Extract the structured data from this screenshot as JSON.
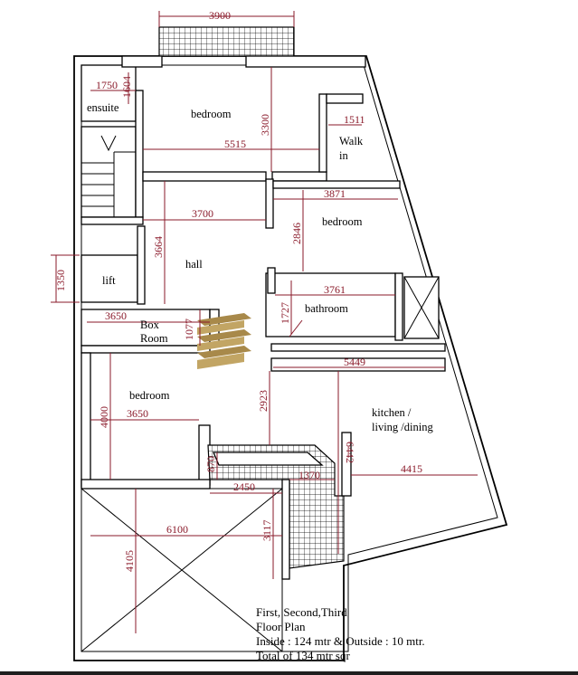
{
  "rooms": {
    "ensuite": "ensuite",
    "bedroom_top": "bedroom",
    "walk_in_1": "Walk",
    "walk_in_2": "in",
    "bedroom_right": "bedroom",
    "hall": "hall",
    "lift": "lift",
    "box_room_1": "Box",
    "box_room_2": "Room",
    "bathroom": "bathroom",
    "bedroom_left": "bedroom",
    "kitchen_1": "kitchen /",
    "kitchen_2": "living /dining"
  },
  "dimensions": {
    "d3900": "3900",
    "d1750": "1750",
    "d1604": "1604",
    "d3300": "3300",
    "d1511": "1511",
    "d5515": "5515",
    "d3871": "3871",
    "d3700": "3700",
    "d2846": "2846",
    "d3664": "3664",
    "d1350": "1350",
    "d3761": "3761",
    "d1727": "1727",
    "d3650a": "3650",
    "d1077": "1077",
    "d5449": "5449",
    "d2923": "2923",
    "d4000": "4000",
    "d3650b": "3650",
    "d6442": "6442",
    "d4415": "4415",
    "d870": "870",
    "d1370": "1370",
    "d2450": "2450",
    "d6100": "6100",
    "d3117": "3117",
    "d4105": "4105"
  },
  "notes": {
    "line1": "First, Second,Third",
    "line2": "Floor Plan",
    "line3": "Inside : 124 mtr & Outside : 10 mtr.",
    "line4": "Total of 134 mtr sqr"
  },
  "colors": {
    "dimension": "#8a1a2a",
    "logo_gold": "#a8894a",
    "walls": "#000000"
  }
}
